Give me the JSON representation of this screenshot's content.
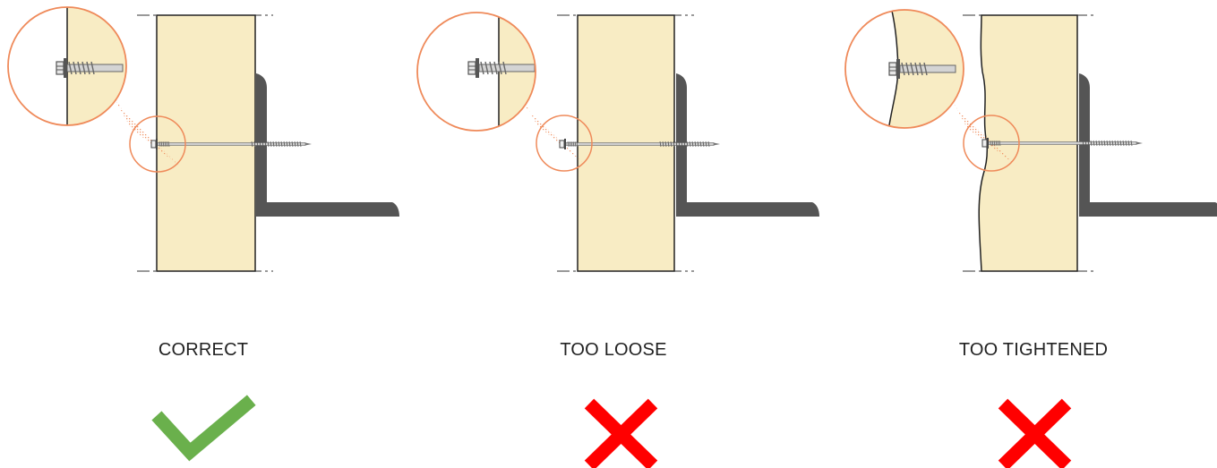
{
  "panels": [
    {
      "caption": "CORRECT",
      "status": "correct",
      "status_icon": "check-mark-icon",
      "status_color": "#6ab04c"
    },
    {
      "caption": "TOO LOOSE",
      "status": "incorrect",
      "status_icon": "cross-mark-icon",
      "status_color": "#ff0000"
    },
    {
      "caption": "TOO TIGHTENED",
      "status": "incorrect",
      "status_icon": "cross-mark-icon",
      "status_color": "#ff0000"
    }
  ],
  "colors": {
    "panel_fill": "#f8ecc4",
    "bracket_fill": "#555555",
    "magnifier_stroke": "#ef8a5a",
    "correct": "#6ab04c",
    "incorrect": "#ff0000"
  }
}
